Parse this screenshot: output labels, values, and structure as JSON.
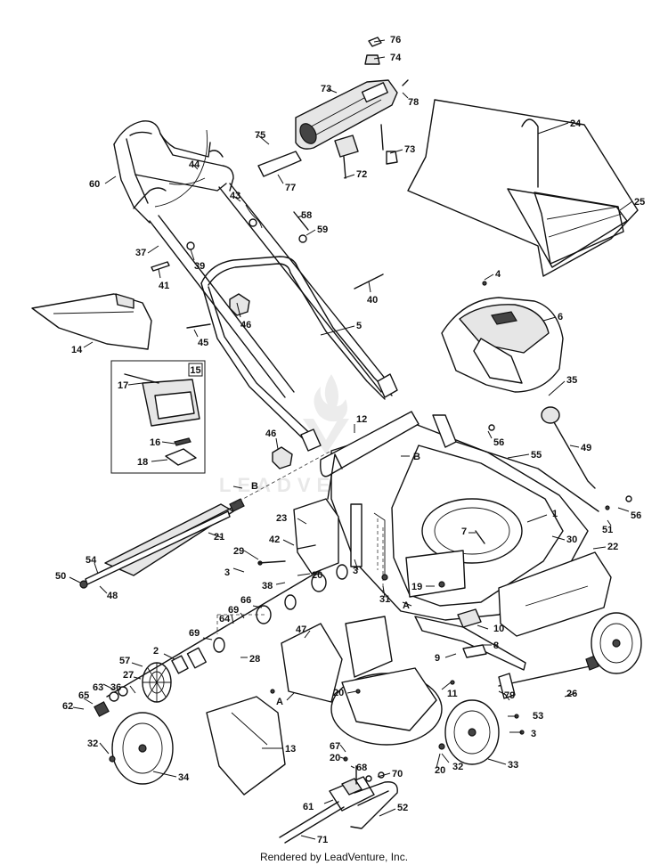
{
  "diagram": {
    "credit": "Rendered by LeadVenture, Inc.",
    "watermark": "LEADVENTURE",
    "inset_box_label": "15",
    "callouts": [
      "76",
      "74",
      "73",
      "78",
      "24",
      "75",
      "72",
      "73",
      "60",
      "44",
      "77",
      "25",
      "43",
      "58",
      "59",
      "37",
      "39",
      "41",
      "40",
      "4",
      "46",
      "45",
      "5",
      "6",
      "14",
      "17",
      "35",
      "12",
      "46",
      "56",
      "55",
      "49",
      "16",
      "18",
      "B",
      "B",
      "1",
      "56",
      "23",
      "21",
      "7",
      "51",
      "30",
      "42",
      "29",
      "22",
      "54",
      "3",
      "3",
      "20",
      "50",
      "48",
      "38",
      "19",
      "31",
      "66",
      "A",
      "69",
      "64",
      "10",
      "47",
      "8",
      "69",
      "28",
      "9",
      "2",
      "57",
      "27",
      "36",
      "63",
      "65",
      "62",
      "20",
      "A",
      "79",
      "11",
      "26",
      "53",
      "3",
      "67",
      "20",
      "32",
      "34",
      "13",
      "33",
      "32",
      "20",
      "68",
      "70",
      "61",
      "52",
      "71"
    ]
  }
}
